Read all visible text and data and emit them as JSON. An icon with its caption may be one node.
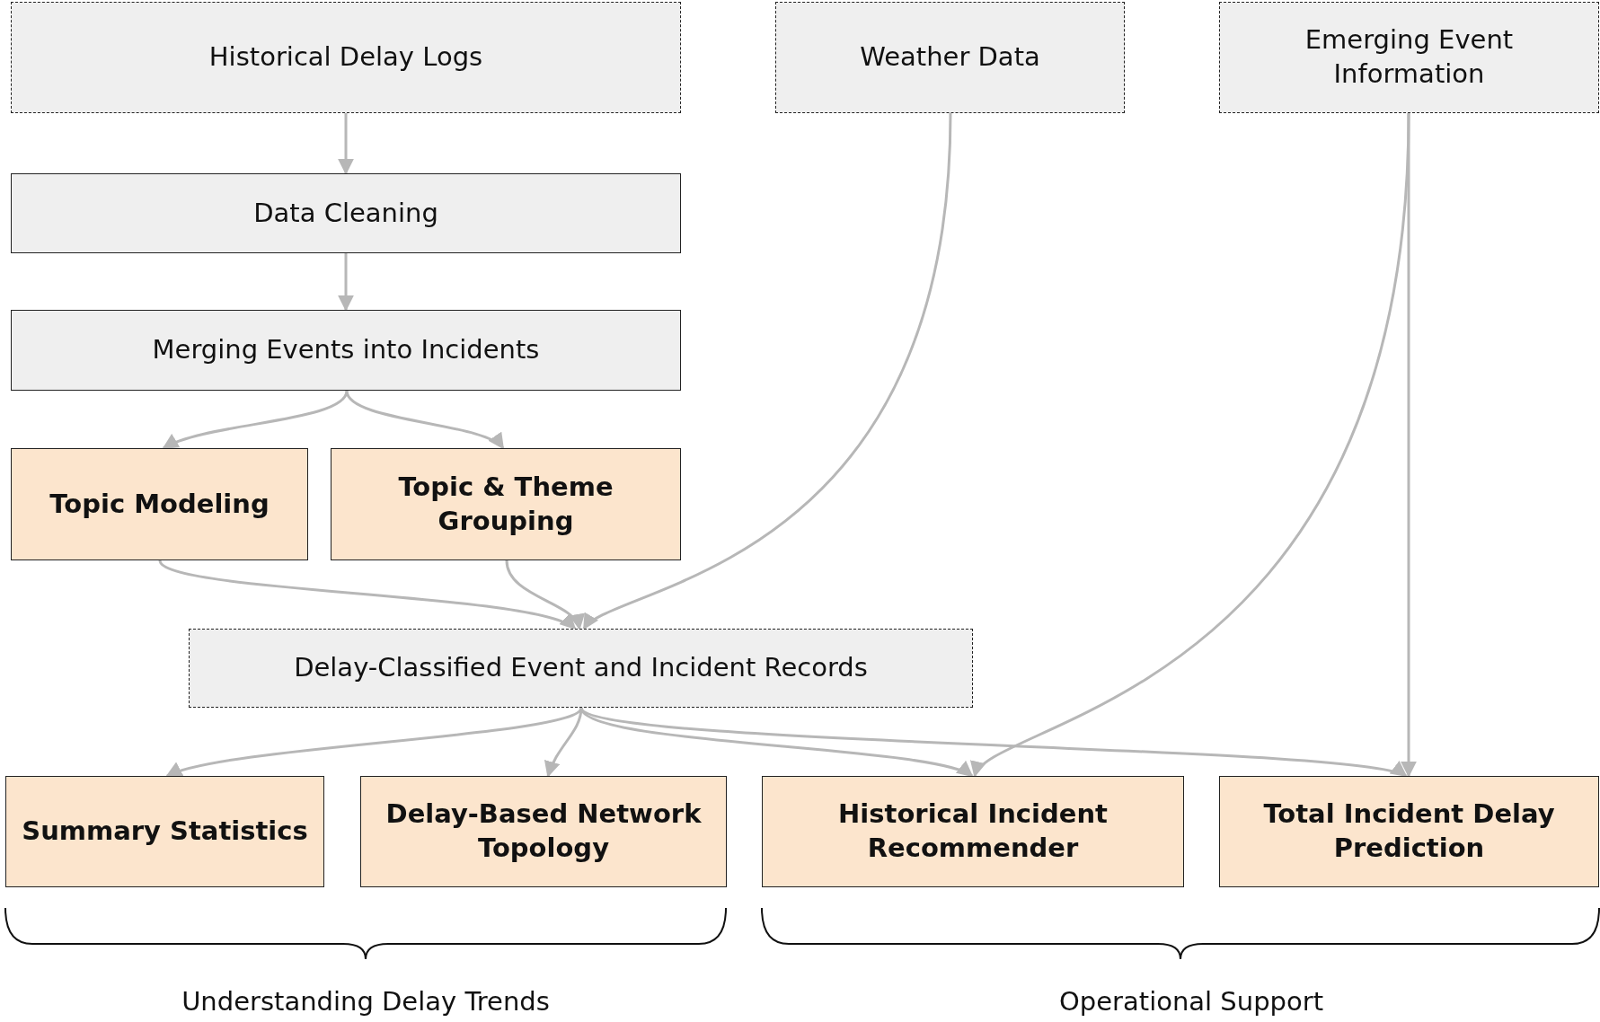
{
  "diagram": {
    "nodes": [
      {
        "text": [
          "Historical Delay Logs"
        ]
      },
      {
        "text": [
          "Weather Data"
        ]
      },
      {
        "text": [
          "Emerging Event Information"
        ]
      },
      {
        "text": [
          "Data Cleaning"
        ]
      },
      {
        "text": [
          "Merging Events into Incidents"
        ]
      },
      {
        "text": [
          "Topic Modeling"
        ]
      },
      {
        "text": [
          "Topic & Theme Grouping"
        ]
      },
      {
        "text": [
          "Delay-Classified Event and Incident Records"
        ]
      },
      {
        "text": [
          "Summary Statistics"
        ]
      },
      {
        "text": [
          "Delay-Based Network Topology"
        ]
      },
      {
        "text": [
          "Historical Incident Recommender"
        ]
      },
      {
        "text": [
          "Total Incident Delay Prediction"
        ]
      }
    ],
    "edges": [
      {
        "from": 0,
        "to": 3,
        "arrow": "to"
      },
      {
        "from": 3,
        "to": 4,
        "arrow": "to"
      },
      {
        "from": 4,
        "to": 5,
        "arrow": "to"
      },
      {
        "from": 4,
        "to": 6,
        "arrow": "to"
      },
      {
        "from": 5,
        "to": 7,
        "arrow": "to"
      },
      {
        "from": 6,
        "to": 7,
        "arrow": "to"
      },
      {
        "from": 1,
        "to": 7,
        "arrow": "to"
      },
      {
        "from": 7,
        "to": 8,
        "arrow": "to"
      },
      {
        "from": 7,
        "to": 9,
        "arrow": "to"
      },
      {
        "from": 7,
        "to": 10,
        "arrow": "to"
      },
      {
        "from": 7,
        "to": 11,
        "arrow": "to"
      },
      {
        "from": 2,
        "to": 10,
        "arrow": "to"
      },
      {
        "from": 2,
        "to": 11,
        "arrow": "to"
      }
    ],
    "labels": [
      "Understanding Delay Trends",
      "Operational Support"
    ]
  }
}
